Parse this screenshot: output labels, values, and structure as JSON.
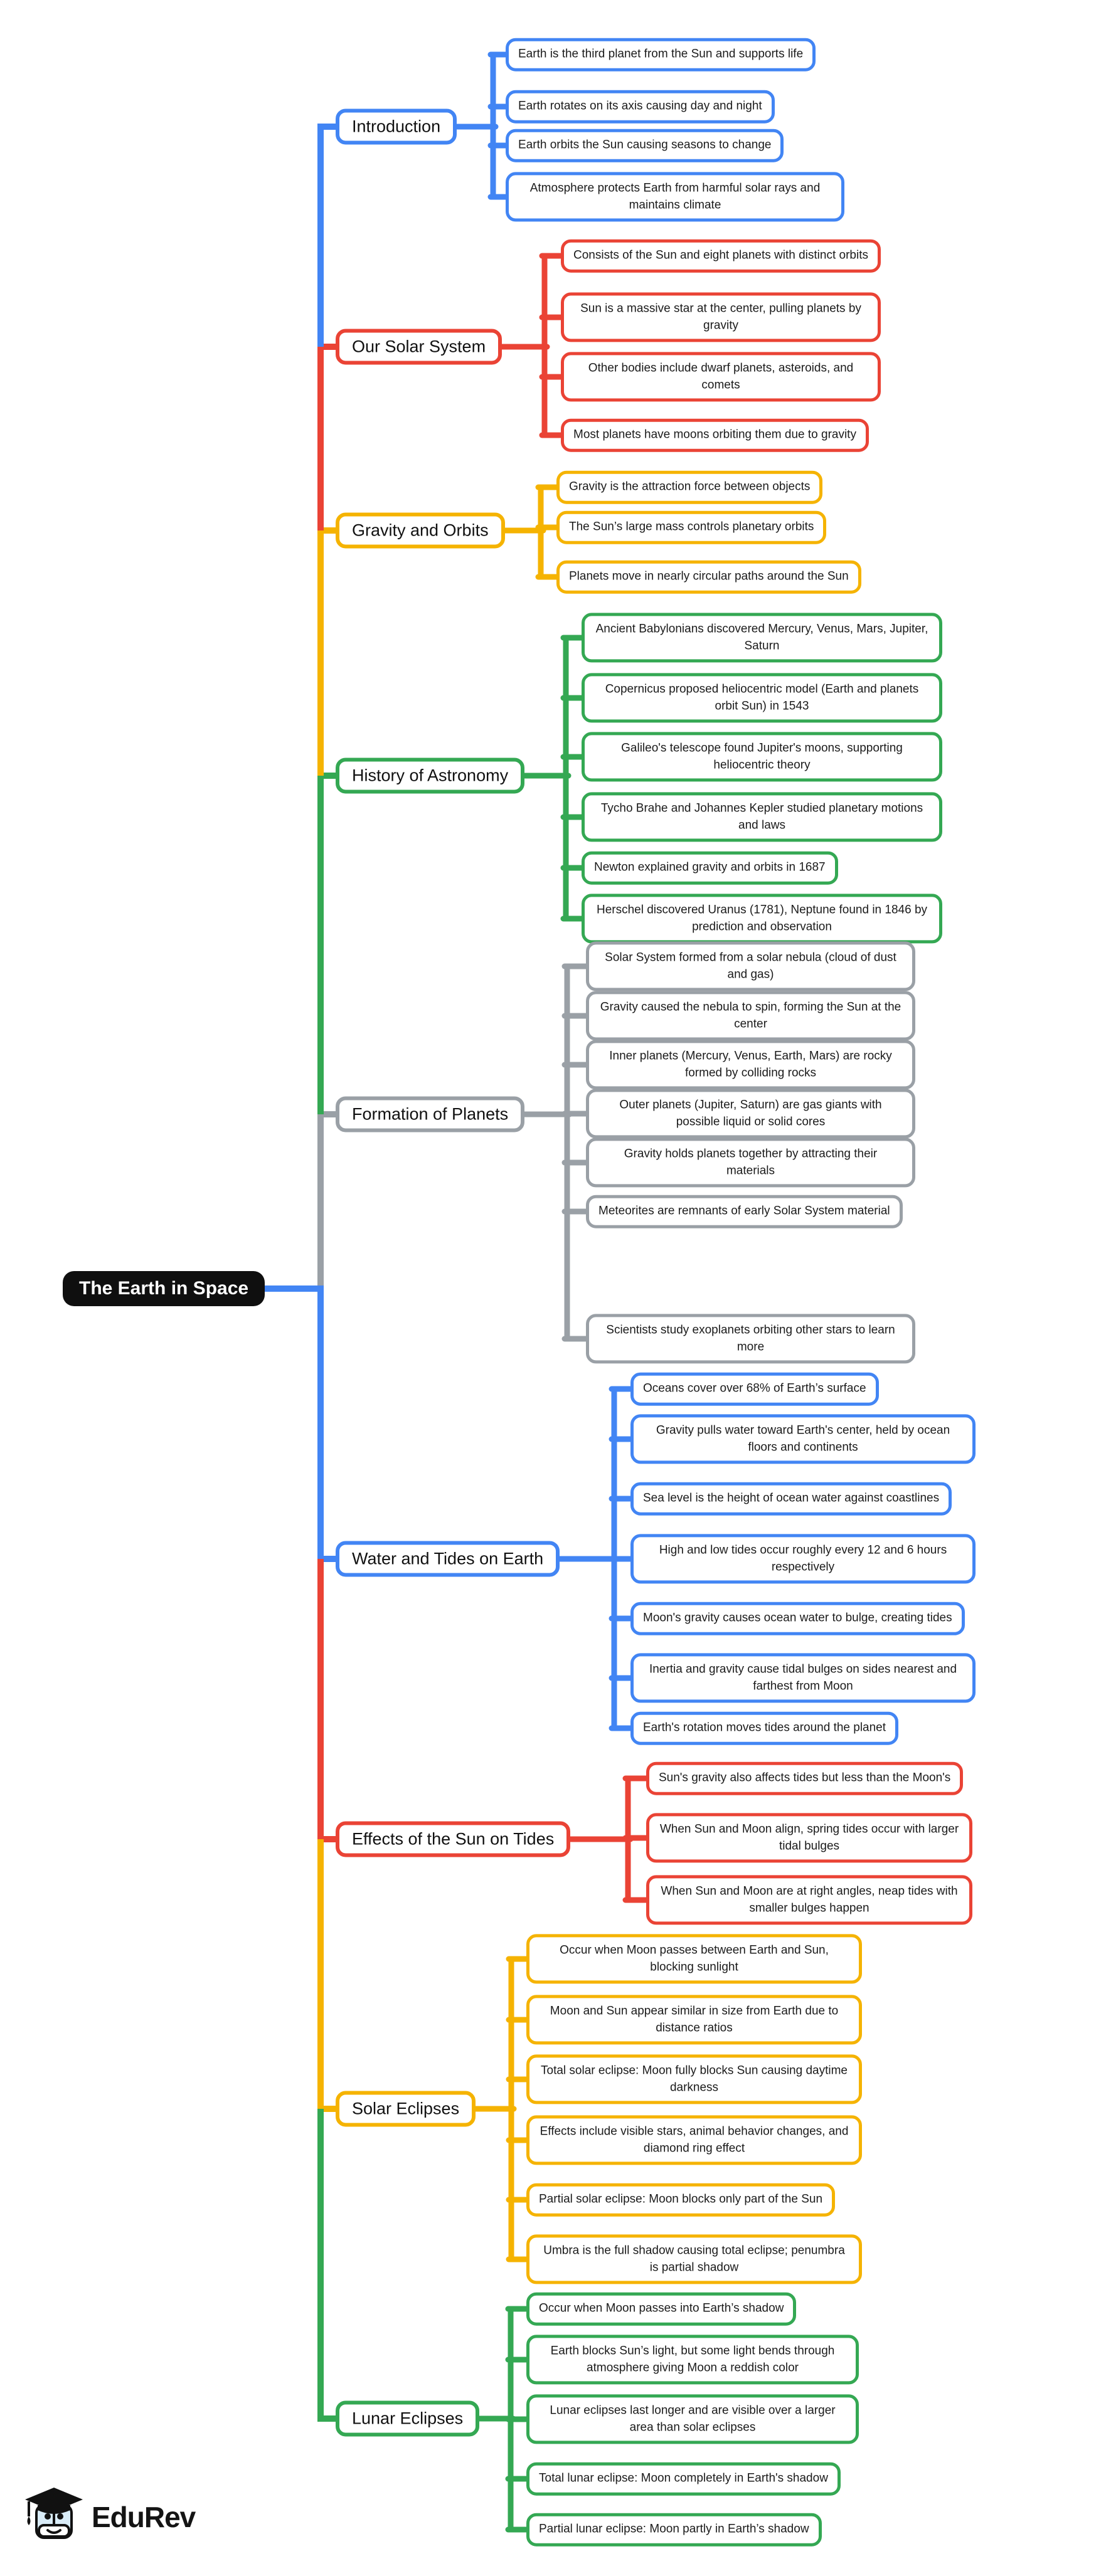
{
  "title": "The Earth in Space",
  "root": {
    "label": "The Earth in Space",
    "bg": "#0f0f0f",
    "text_color": "#ffffff"
  },
  "palette": {
    "blue": "#4285F4",
    "red": "#EA4335",
    "yellow": "#F5B301",
    "green": "#34A853",
    "gray": "#9AA0A6"
  },
  "branches": [
    {
      "label": "Introduction",
      "color": "blue",
      "leaves": [
        "Earth is the third planet from the Sun and supports life",
        "Earth rotates on its axis causing day and night",
        "Earth orbits the Sun causing seasons to change",
        "Atmosphere protects Earth from harmful solar rays and maintains climate"
      ]
    },
    {
      "label": "Our Solar System",
      "color": "red",
      "leaves": [
        "Consists of the Sun and eight planets with distinct orbits",
        "Sun is a massive star at the center, pulling planets by gravity",
        "Other bodies include dwarf planets, asteroids, and comets",
        "Most planets have moons orbiting them due to gravity"
      ]
    },
    {
      "label": "Gravity and Orbits",
      "color": "yellow",
      "leaves": [
        "Gravity is the attraction force between objects",
        "The Sun’s large mass controls planetary orbits",
        "Planets move in nearly circular paths around the Sun"
      ]
    },
    {
      "label": "History of Astronomy",
      "color": "green",
      "leaves": [
        "Ancient Babylonians discovered Mercury, Venus, Mars, Jupiter, Saturn",
        "Copernicus proposed heliocentric model (Earth and planets orbit Sun) in 1543",
        "Galileo's telescope found Jupiter's moons, supporting heliocentric theory",
        "Tycho Brahe and Johannes Kepler studied planetary motions and laws",
        "Newton explained gravity and orbits in 1687",
        "Herschel discovered Uranus (1781), Neptune found in 1846 by prediction and observation"
      ]
    },
    {
      "label": "Formation of Planets",
      "color": "gray",
      "leaves": [
        "Solar System formed from a solar nebula (cloud of dust and gas)",
        "Gravity caused the nebula to spin, forming the Sun at the center",
        "Inner planets (Mercury, Venus, Earth, Mars) are rocky formed by colliding rocks",
        "Outer planets (Jupiter, Saturn) are gas giants with possible liquid or solid cores",
        "Gravity holds planets together by attracting their materials",
        "Meteorites are remnants of early Solar System material",
        "Scientists study exoplanets orbiting other stars to learn more"
      ]
    },
    {
      "label": "Water and Tides on Earth",
      "color": "blue",
      "leaves": [
        "Oceans cover over 68% of Earth’s surface",
        "Gravity pulls water toward Earth's center, held by ocean floors and continents",
        "Sea level is the height of ocean water against coastlines",
        "High and low tides occur roughly every 12 and 6 hours respectively",
        "Moon's gravity causes ocean water to bulge, creating tides",
        "Inertia and gravity cause tidal bulges on sides nearest and farthest from Moon",
        "Earth's rotation moves tides around the planet"
      ]
    },
    {
      "label": "Effects of the Sun on Tides",
      "color": "red",
      "leaves": [
        "Sun's gravity also affects tides but less than the Moon's",
        "When Sun and Moon align, spring tides occur with larger tidal bulges",
        "When Sun and Moon are at right angles, neap tides with smaller bulges happen"
      ]
    },
    {
      "label": "Solar Eclipses",
      "color": "yellow",
      "leaves": [
        "Occur when Moon passes between Earth and Sun, blocking sunlight",
        "Moon and Sun appear similar in size from Earth due to distance ratios",
        "Total solar eclipse: Moon fully blocks Sun causing daytime darkness",
        "Effects include visible stars, animal behavior changes, and diamond ring effect",
        "Partial solar eclipse: Moon blocks only part of the Sun",
        "Umbra is the full shadow causing total eclipse; penumbra is partial shadow"
      ]
    },
    {
      "label": "Lunar Eclipses",
      "color": "green",
      "leaves": [
        "Occur when Moon passes into Earth’s shadow",
        "Earth blocks Sun’s light, but some light bends through atmosphere giving Moon a reddish color",
        "Lunar eclipses last longer and are visible over a larger area than solar eclipses",
        "Total lunar eclipse: Moon completely in Earth's shadow",
        "Partial lunar eclipse: Moon partly in Earth’s shadow"
      ]
    }
  ],
  "logo": {
    "brand": "EduRev"
  }
}
